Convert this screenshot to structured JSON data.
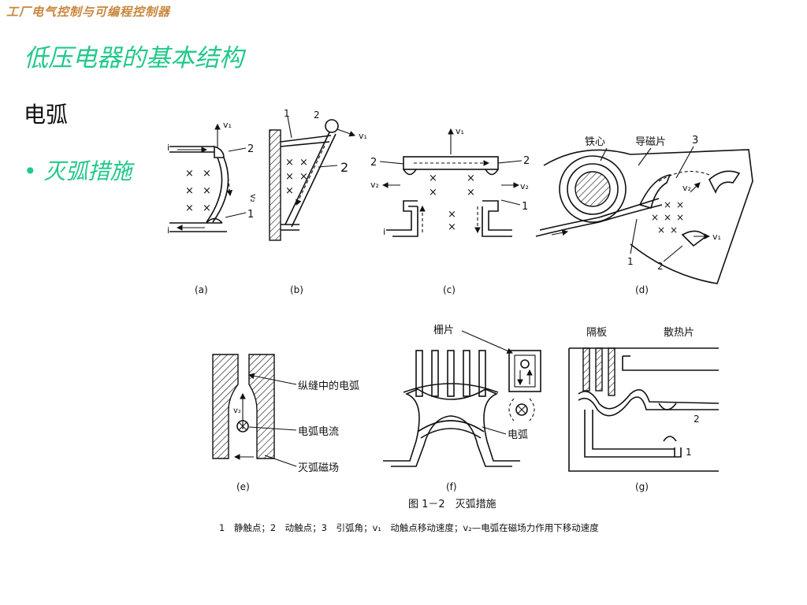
{
  "header": {
    "text": "工厂电气控制与可编程控制器"
  },
  "page": {
    "title": "低压电器的基本结构",
    "subtitle": "电弧",
    "bullet_symbol": "•",
    "bullet_text": "灭弧措施"
  },
  "figure": {
    "labels": {
      "a": "(a)",
      "b": "(b)",
      "c": "(c)",
      "d": "(d)",
      "e": "(e)",
      "f": "(f)",
      "g": "(g)"
    },
    "callouts": {
      "tiexin": "铁心",
      "daocipian": "导磁片",
      "shanpian": "栅片",
      "zongfeng": "纵缝中的电弧",
      "dianhu_dianliu": "电弧电流",
      "miehu_cichang": "灭弧磁场",
      "dianhu": "电弧",
      "geban": "隔板",
      "sanrepian": "散热片"
    },
    "numbers": {
      "n1": "1",
      "n2": "2",
      "n3": "3"
    },
    "caption": "图 1－2　灭弧措施",
    "legend": "1　静触点；2　动触点；3　引弧角；v₁　动触点移动速度；v₂—电弧在磁场力作用下移动速度",
    "symbols": {
      "v1": "v₁",
      "v2": "v₂",
      "i": "i",
      "x": "×"
    }
  }
}
